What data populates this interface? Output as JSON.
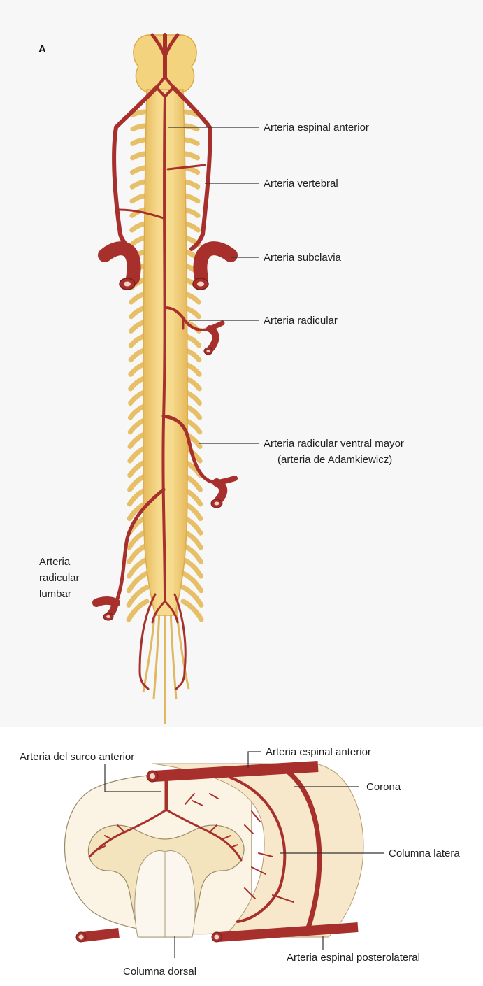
{
  "panel_a": {
    "letter": "A",
    "labels": {
      "espinal_anterior": "Arteria espinal anterior",
      "vertebral": "Arteria vertebral",
      "subclavia": "Arteria subclavia",
      "radicular": "Arteria radicular",
      "radicular_ventral_mayor_1": "Arteria radicular ventral mayor",
      "radicular_ventral_mayor_2": "(arteria de Adamkiewicz)",
      "radicular_lumbar_1": "Arteria",
      "radicular_lumbar_2": "radicular",
      "radicular_lumbar_3": "lumbar"
    }
  },
  "panel_b": {
    "labels": {
      "surco_anterior": "Arteria del surco anterior",
      "espinal_anterior": "Arteria espinal anterior",
      "corona": "Corona",
      "columna_lateral": "Columna latera",
      "espinal_posterolateral": "Arteria espinal posterolateral",
      "columna_dorsal": "Columna dorsal"
    }
  },
  "colors": {
    "artery": "#a8302c",
    "artery_dark": "#7a1e1c",
    "artery_lumen": "#f3d3c8",
    "cord": "#f1cf7a",
    "cord_edge": "#d9ac4c",
    "white_matter": "#fbf4e4",
    "grey_matter": "#f4e4bd"
  }
}
